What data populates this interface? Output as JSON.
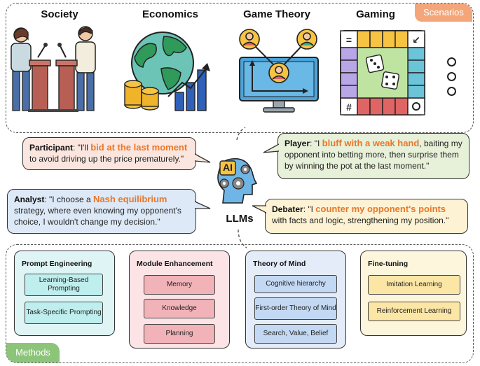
{
  "scenarios": {
    "tag": "Scenarios",
    "items": [
      {
        "title": "Society"
      },
      {
        "title": "Economics"
      },
      {
        "title": "Game Theory"
      },
      {
        "title": "Gaming"
      }
    ]
  },
  "bubbles": {
    "participant": {
      "role": "Participant",
      "pre": ": \"I'll ",
      "highlight": "bid at the last moment",
      "post": " to avoid driving up the price prematurely.\""
    },
    "player": {
      "role": "Player",
      "pre": ": \"I ",
      "highlight": "bluff with a weak hand",
      "post": ", baiting my opponent into betting more, then surprise them by winning the pot at the last moment.\""
    },
    "analyst": {
      "role": "Analyst",
      "pre": ": \"I choose a ",
      "highlight": "Nash equilibrium",
      "post": " strategy, where even knowing my opponent's choice, I wouldn't change my decision.\""
    },
    "debater": {
      "role": "Debater",
      "pre": ": \"I ",
      "highlight": "counter my opponent's points",
      "post": " with facts and logic, strengthening my position.\""
    }
  },
  "center": {
    "label": "LLMs",
    "ai_text": "AI"
  },
  "methods": {
    "tag": "Methods",
    "groups": [
      {
        "title": "Prompt Engineering",
        "items": [
          "Learning-Based Prompting",
          "Task-Specific Prompting"
        ]
      },
      {
        "title": "Module Enhancement",
        "items": [
          "Memory",
          "Knowledge",
          "Planning"
        ]
      },
      {
        "title": "Theory of Mind",
        "items": [
          "Cognitive hierarchy",
          "First-order Theory of Mind",
          "Search, Value, Belief"
        ]
      },
      {
        "title": "Fine-tuning",
        "items": [
          "Imitation Learning",
          "Reinforcement Learning"
        ]
      }
    ]
  },
  "colors": {
    "scenarios_tag": "#f4a67a",
    "methods_tag": "#8cc47a",
    "participant_bg": "#fbe6df",
    "player_bg": "#e7f0d8",
    "analyst_bg": "#dde9f7",
    "debater_bg": "#fdf3d4",
    "highlight": "#e9772a",
    "prompt_bg": "#dff5f5",
    "module_bg": "#fbe3e6",
    "tom_bg": "#e3ecf8",
    "ft_bg": "#fdf5dc"
  }
}
